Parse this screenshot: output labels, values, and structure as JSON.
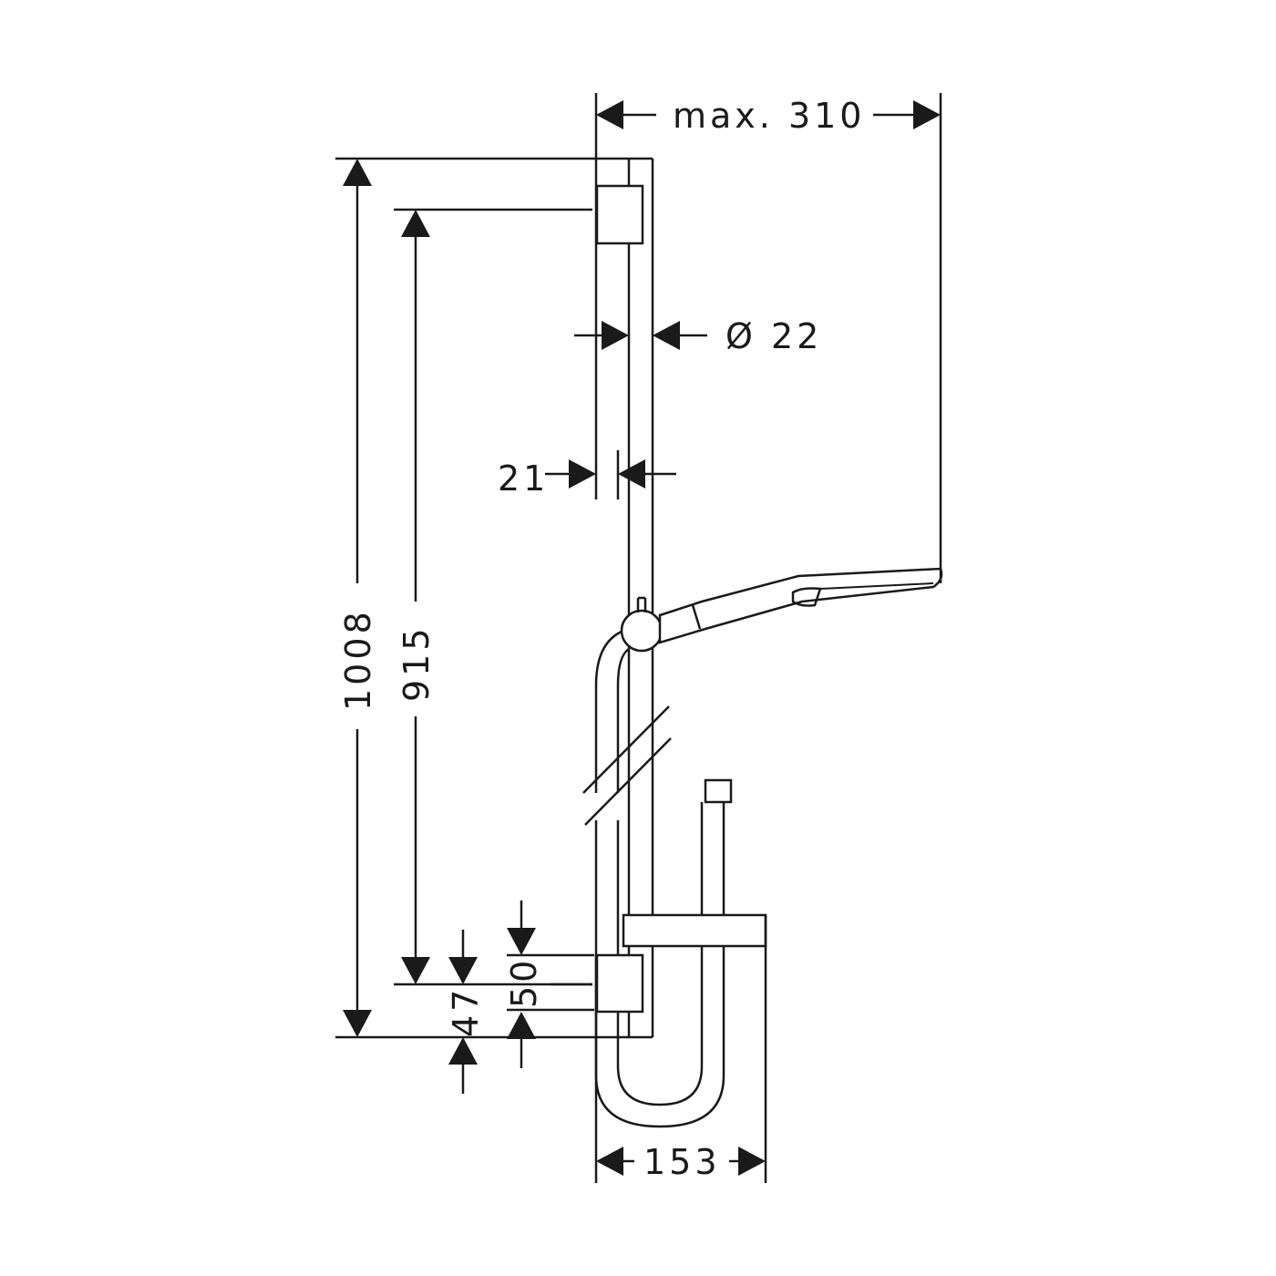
{
  "diagram": {
    "dimensions": {
      "max_width": "max. 310",
      "pipe_diameter": "Ø 22",
      "wall_offset": "21",
      "total_height": "1008",
      "bracket_distance": "915",
      "bracket_height": "47",
      "shelf_offset": "50",
      "shelf_width": "153"
    }
  }
}
